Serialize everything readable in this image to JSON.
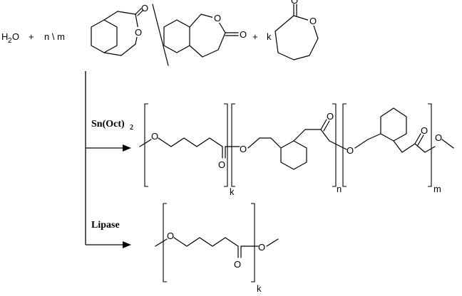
{
  "reagents": {
    "water": "H",
    "water_sub": "2",
    "water_o": "O",
    "plus1": "+",
    "n_sep_m": "n \\ m",
    "plus2": "+",
    "k": "k"
  },
  "atoms": {
    "O": "O"
  },
  "conditions": {
    "catalyst1": "Sn(Oct)",
    "catalyst1_sub": "2",
    "catalyst2": "Lipase"
  },
  "indices": {
    "k": "k",
    "n": "n",
    "m": "m"
  }
}
